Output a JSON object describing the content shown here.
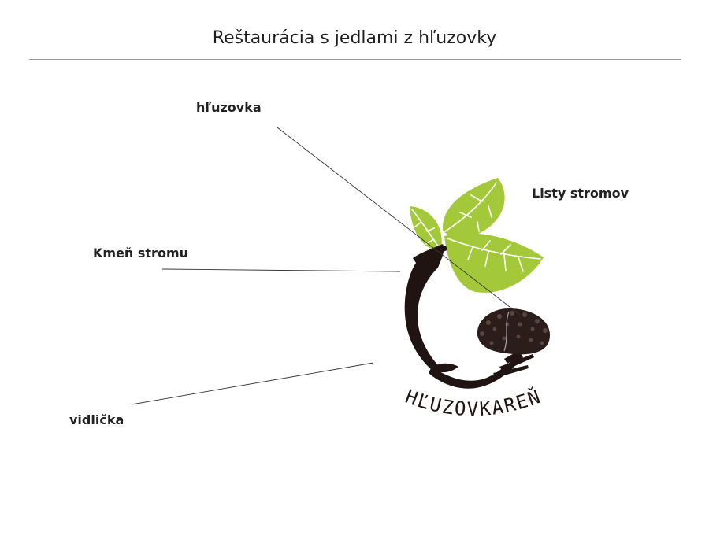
{
  "title": "Reštaurácia s jedlami z hľuzovky",
  "labels": {
    "truffle": "hľuzovka",
    "leaves": "Listy stromov",
    "trunk": "Kmeň stromu",
    "fork": "vidlička"
  },
  "logo": {
    "wordmark": "HĽUZOVKAREŇ",
    "colors": {
      "leaf": "#a3c93a",
      "leaf_vein": "#ffffff",
      "trunk": "#1f1412",
      "truffle": "#2a1d1a"
    }
  }
}
